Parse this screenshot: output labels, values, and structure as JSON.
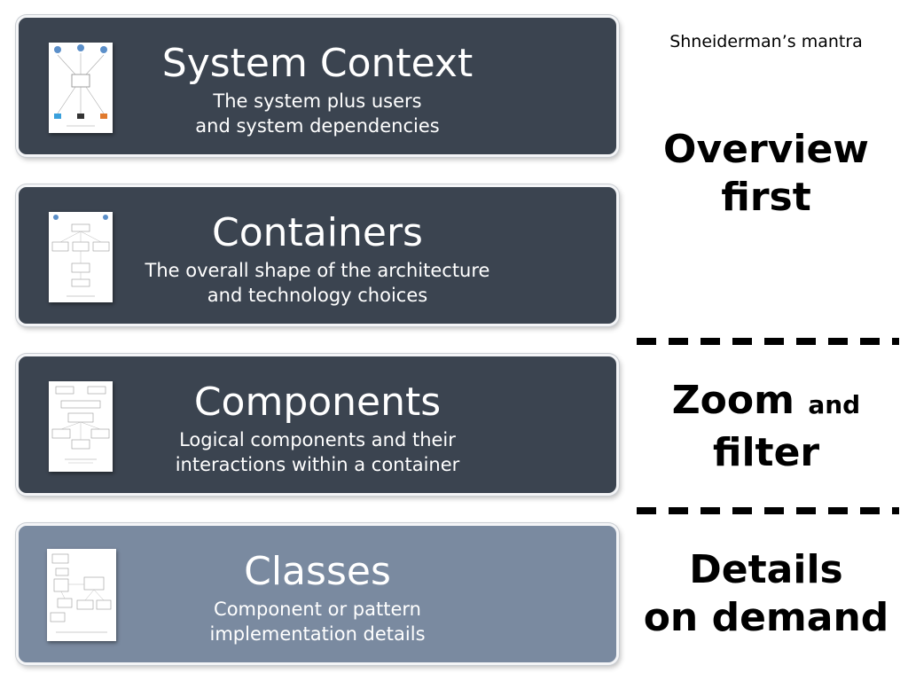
{
  "mantra": {
    "label": "Shneiderman’s mantra",
    "overview": {
      "line1": "Overview",
      "line2": "first"
    },
    "zoom": {
      "word1": "Zoom",
      "word2": "and",
      "line2": "filter"
    },
    "details": {
      "line1": "Details",
      "line2": "on demand"
    }
  },
  "levels": [
    {
      "title": "System Context",
      "desc_line1": "The system plus users",
      "desc_line2": "and system dependencies",
      "fill": "#3b4450"
    },
    {
      "title": "Containers",
      "desc_line1": "The overall shape of the architecture",
      "desc_line2": "and technology choices",
      "fill": "#3b4450"
    },
    {
      "title": "Components",
      "desc_line1": "Logical components and their",
      "desc_line2": "interactions within a container",
      "fill": "#3b4450"
    },
    {
      "title": "Classes",
      "desc_line1": "Component or pattern",
      "desc_line2": "implementation details",
      "fill": "#7a8aa0"
    }
  ]
}
